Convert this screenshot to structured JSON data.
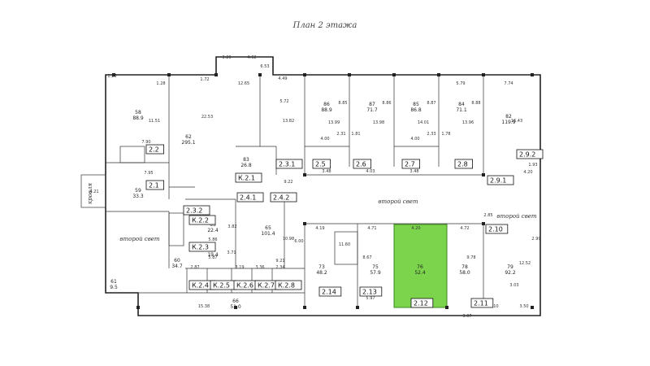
{
  "title": "План 2 этажа",
  "highlight_color": "#7cd44c",
  "unit_tags": [
    "2.2",
    "2.1",
    "2.3.1",
    "2.5",
    "2.6",
    "2.7",
    "2.8",
    "2.9.2",
    "2.9.1",
    "К.2.1",
    "2.4.1",
    "2.4.2",
    "2.3.2",
    "К.2.2",
    "К.2.3",
    "2.10",
    "К.2.4",
    "К.2.5",
    "К.2.6",
    "К.2.7",
    "К.2.8",
    "2.14",
    "2.13",
    "2.12",
    "2.11"
  ],
  "area_labels": [
    "второй свет",
    "второй свет",
    "второй свет",
    "кровля"
  ],
  "room_labels": [
    {
      "n": "58",
      "a": "88.9"
    },
    {
      "n": "62",
      "a": "295.1"
    },
    {
      "n": "86",
      "a": "88.9"
    },
    {
      "n": "87",
      "a": "71.7"
    },
    {
      "n": "85",
      "a": "86.8"
    },
    {
      "n": "84",
      "a": "71.1"
    },
    {
      "n": "82",
      "a": "119.9"
    },
    {
      "n": "65",
      "a": "101.4"
    },
    {
      "n": "59",
      "a": "33.3"
    },
    {
      "n": "79",
      "a": "92.2"
    },
    {
      "n": "75",
      "a": "57.9"
    },
    {
      "n": "76",
      "a": "52.4"
    },
    {
      "n": "78",
      "a": "58.0"
    },
    {
      "n": "73",
      "a": "48.2"
    },
    {
      "n": "60",
      "a": "34.7"
    },
    {
      "n": "63",
      "a": "22.4"
    },
    {
      "n": "64",
      "a": "19.4"
    },
    {
      "n": "83",
      "a": "26.8"
    },
    {
      "n": "61",
      "a": "9.5"
    },
    {
      "n": "66",
      "a": "51.0"
    }
  ],
  "dimensions": [
    "3.26",
    "4.62",
    "1.26",
    "1.28",
    "1.72",
    "12.65",
    "4.49",
    "5.79",
    "7.74",
    "22.53",
    "5.72",
    "8.85",
    "8.86",
    "8.87",
    "8.88",
    "6.53",
    "11.51",
    "13.82",
    "13.99",
    "13.98",
    "14.01",
    "13.96",
    "16.43",
    "7.90",
    "4.00",
    "4.00",
    "2.31",
    "2.33",
    "1.81",
    "1.78",
    "3.48",
    "4.03",
    "3.48",
    "4.19",
    "7.95",
    "4.21",
    "9.22",
    "4.71",
    "4.20",
    "4.72",
    "5.86",
    "5.87",
    "9.21",
    "6.00",
    "11.60",
    "8.67",
    "9.78",
    "12.52",
    "3.03",
    "2.99",
    "2.87",
    "3.19",
    "3.36",
    "2.34",
    "15.38",
    "5.97",
    "3.07",
    "3.10",
    "3.50",
    "2.85",
    "1.93",
    "4.20",
    "3.82",
    "10.98",
    "3.71"
  ]
}
